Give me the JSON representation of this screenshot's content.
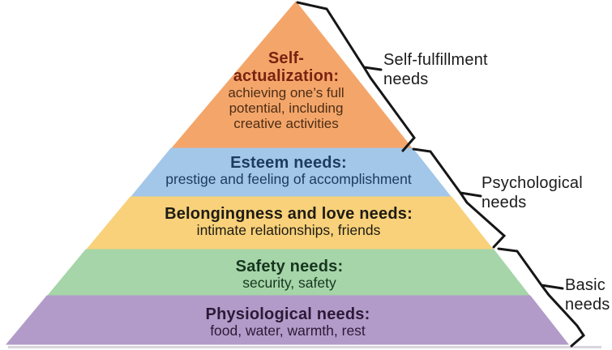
{
  "diagram": {
    "levels": [
      {
        "id": "self-actualization",
        "heading": "Self-actualization:",
        "description": "achieving one’s full potential, including creative activities",
        "fill": "#F4A66A",
        "heading_color": "#7A2212",
        "text_color": "#4E2D15"
      },
      {
        "id": "esteem",
        "heading": "Esteem needs:",
        "description": "prestige and feeling of accomplishment",
        "fill": "#A3C7E8",
        "heading_color": "#1C3B5E",
        "text_color": "#1C3B5E"
      },
      {
        "id": "belongingness",
        "heading": "Belongingness and love needs:",
        "description": "intimate relationships, friends",
        "fill": "#F8D17A",
        "heading_color": "#1E1B14",
        "text_color": "#1E1B14"
      },
      {
        "id": "safety",
        "heading": "Safety needs:",
        "description": "security, safety",
        "fill": "#A5D5A8",
        "heading_color": "#17351F",
        "text_color": "#17351F"
      },
      {
        "id": "physiological",
        "heading": "Physiological needs:",
        "description": "food, water, warmth, rest",
        "fill": "#B29BC9",
        "heading_color": "#2B1A36",
        "text_color": "#2B1A36"
      }
    ],
    "groups": [
      {
        "id": "self-fulfillment",
        "label": "Self-fulfillment needs"
      },
      {
        "id": "psychological",
        "label": "Psychological needs"
      },
      {
        "id": "basic",
        "label": "Basic needs"
      }
    ],
    "label_color": "#1B1B1B",
    "brace_color": "#161616"
  }
}
